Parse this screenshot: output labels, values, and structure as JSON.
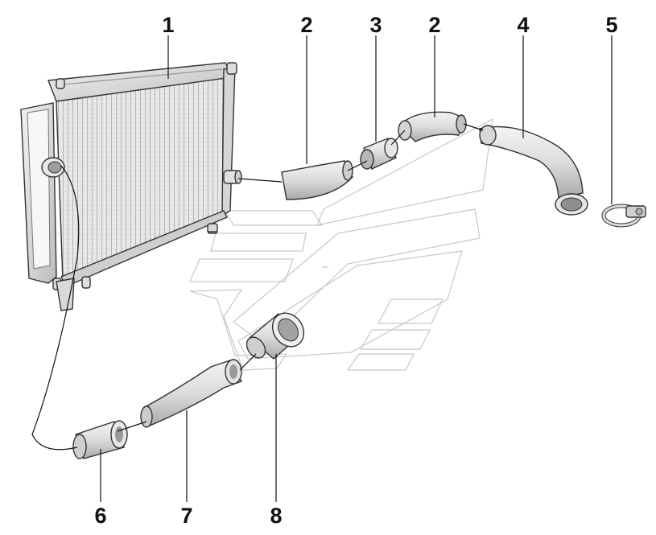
{
  "callouts": [
    {
      "id": "1",
      "label": "1"
    },
    {
      "id": "2a",
      "label": "2"
    },
    {
      "id": "3",
      "label": "3"
    },
    {
      "id": "2b",
      "label": "2"
    },
    {
      "id": "4",
      "label": "4"
    },
    {
      "id": "5",
      "label": "5"
    },
    {
      "id": "6",
      "label": "6"
    },
    {
      "id": "7",
      "label": "7"
    },
    {
      "id": "8",
      "label": "8"
    }
  ],
  "colors": {
    "part_fill": "#e6e6e6",
    "part_shade": "#bdbdbd",
    "line": "#111111",
    "ghost": "#c8c8c8"
  }
}
